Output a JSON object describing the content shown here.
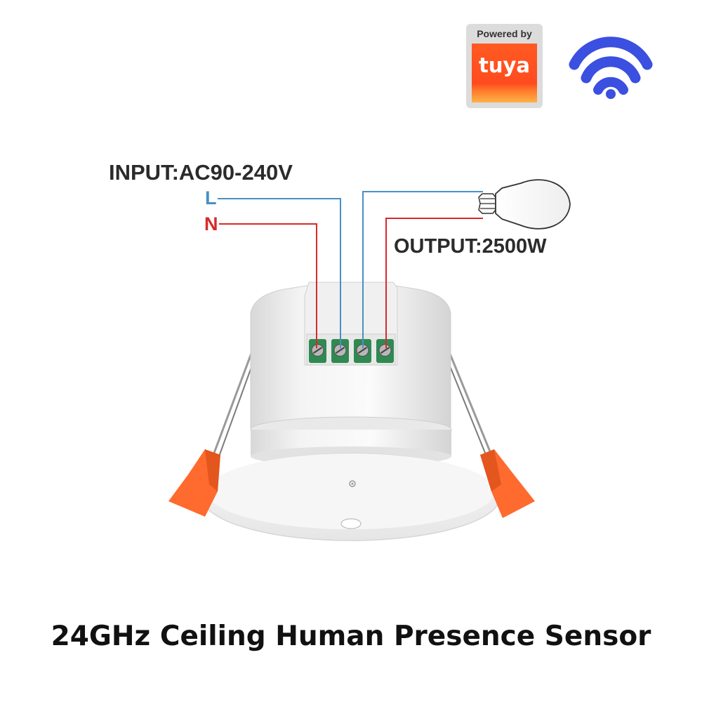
{
  "badge": {
    "top_text": "Powered by",
    "brand": "tuya"
  },
  "wiring": {
    "input_label": "INPUT:AC90-240V",
    "live_label": "L",
    "neutral_label": "N",
    "output_label": "OUTPUT:2500W"
  },
  "title": "24GHz Ceiling Human Presence Sensor",
  "colors": {
    "live_wire": "#4a8fc4",
    "neutral_wire": "#d62b2b",
    "wifi": "#3b4fe0",
    "clip": "#ff6a2e",
    "terminal": "#2f8a52"
  },
  "icons": [
    "wifi-icon",
    "light-bulb-icon",
    "sensor-device-image"
  ]
}
